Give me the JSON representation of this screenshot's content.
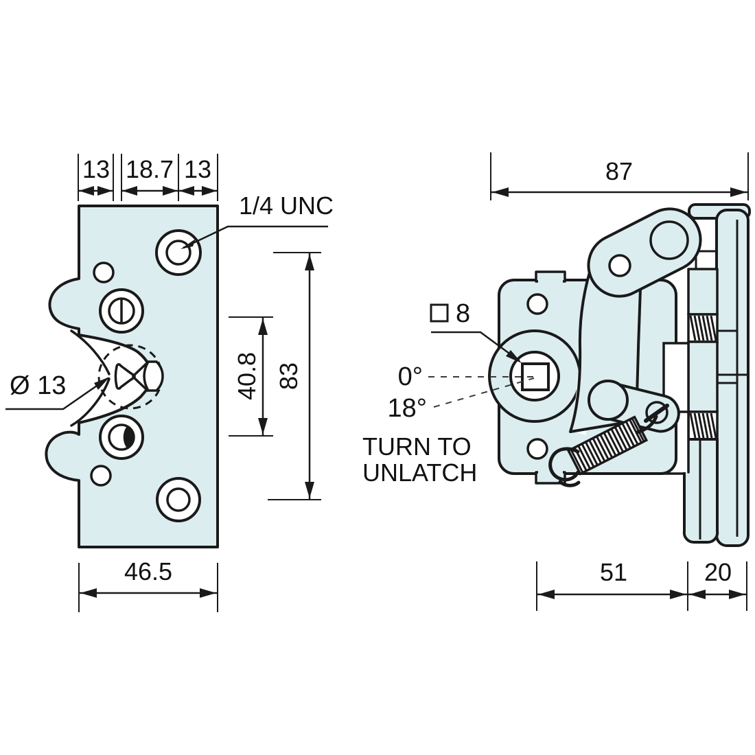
{
  "drawing_title": "rotary latch technical drawing",
  "colors": {
    "part_fill": "#dcedf0",
    "line": "#1a1a1a"
  },
  "front": {
    "dims": {
      "top": [
        "13",
        "18.7",
        "13"
      ],
      "width": "46.5",
      "inner_height": "40.8",
      "outer_height": "83"
    },
    "labels": {
      "thread": "1/4 UNC",
      "striker_dia": "Ø 13"
    }
  },
  "side": {
    "dims": {
      "width": "87",
      "base": "51",
      "flange": "20"
    },
    "labels": {
      "square": "8",
      "angle_closed": "0°",
      "angle_open": "18°",
      "action1": "TURN TO",
      "action2": "UNLATCH"
    }
  }
}
